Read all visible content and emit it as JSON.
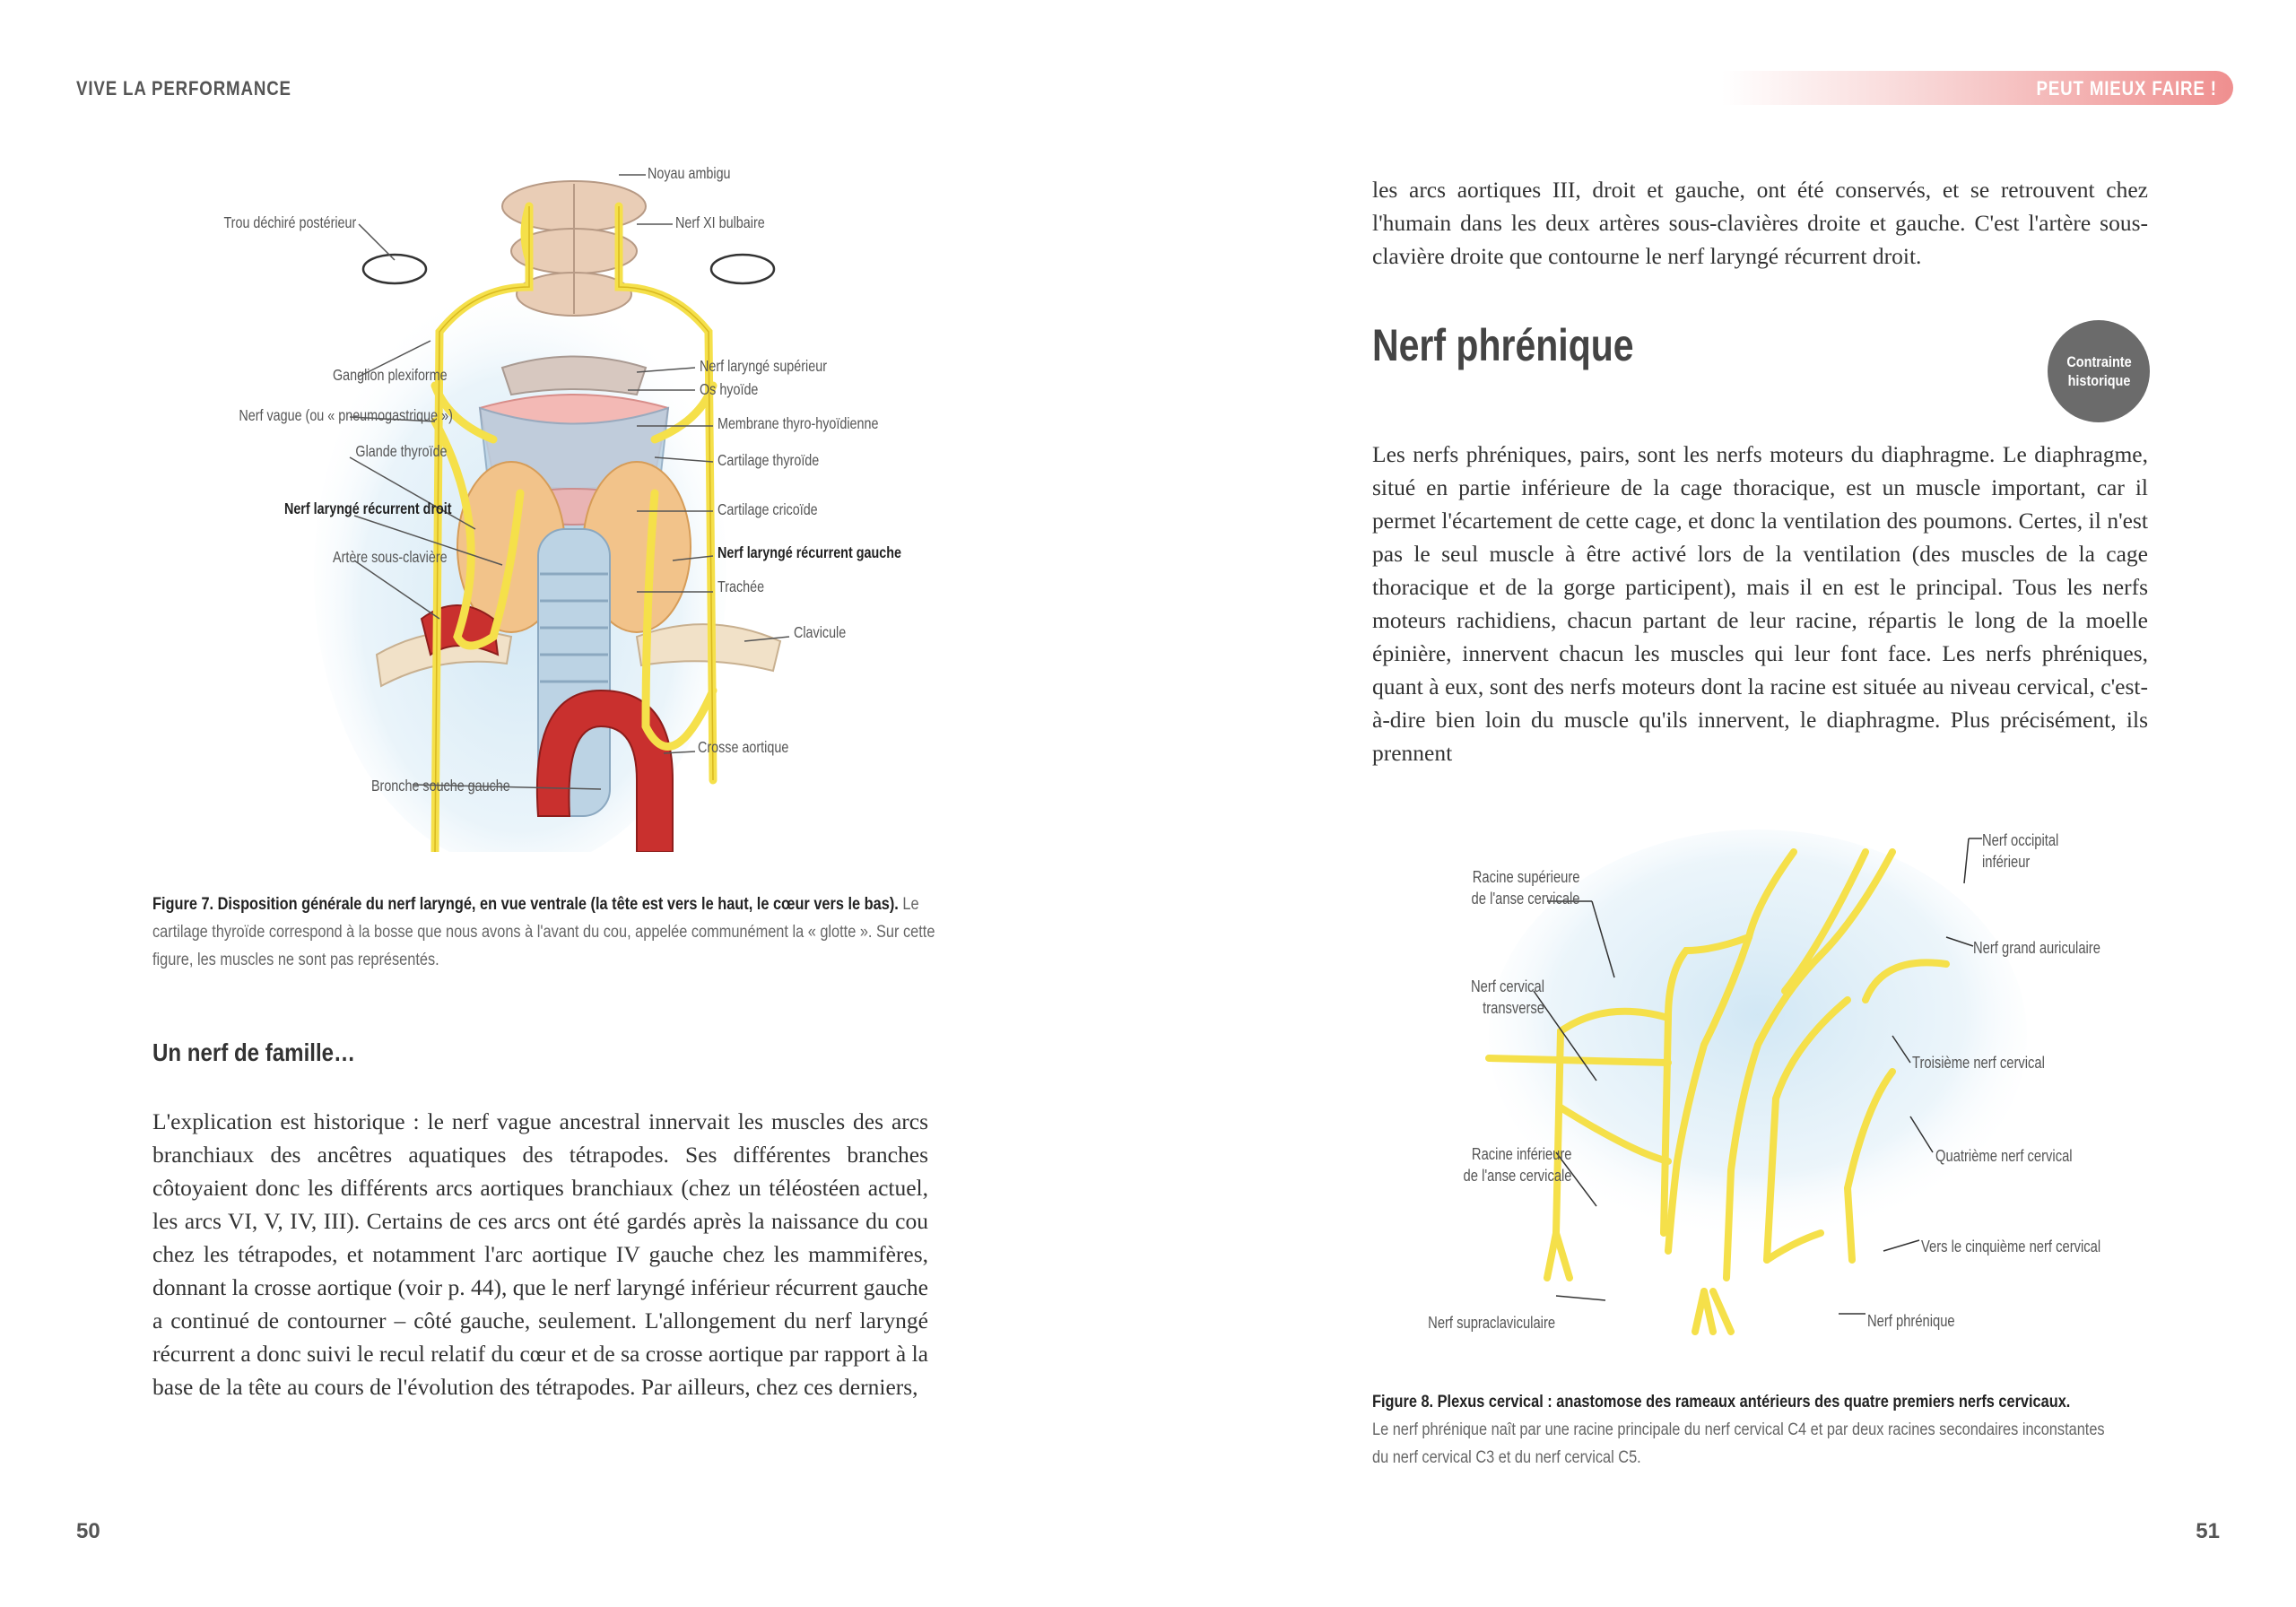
{
  "header": {
    "left_title": "VIVE LA PERFORMANCE",
    "right_title": "PEUT MIEUX FAIRE !"
  },
  "page_numbers": {
    "left": "50",
    "right": "51"
  },
  "figure7": {
    "labels": {
      "noyau_ambigu": "Noyau ambigu",
      "nerf_xi": "Nerf XI bulbaire",
      "trou_dechire": "Trou déchiré postérieur",
      "ganglion": "Ganglion plexiforme",
      "nerf_vague": "Nerf vague (ou « pneumogastrique »)",
      "glande_thyroide": "Glande thyroïde",
      "nerf_recurrent_droit": "Nerf laryngé récurrent droit",
      "artere_sous_claviere": "Artère sous-clavière",
      "bronche": "Bronche souche gauche",
      "nerf_larynge_sup": "Nerf laryngé supérieur",
      "os_hyoide": "Os hyoïde",
      "membrane": "Membrane thyro-hyoïdienne",
      "cartilage_thyroide": "Cartilage thyroïde",
      "cartilage_cricoide": "Cartilage cricoïde",
      "nerf_recurrent_gauche": "Nerf laryngé récurrent gauche",
      "trachee": "Trachée",
      "clavicule": "Clavicule",
      "crosse_aortique": "Crosse aortique"
    },
    "caption_title": "Figure 7. Disposition générale du nerf laryngé, en vue ventrale (la tête est vers le haut, le cœur vers le bas).",
    "caption_text": "Le cartilage thyroïde correspond à la bosse que nous avons à l'avant du cou, appelée communément la « glotte ». Sur cette figure, les muscles ne sont pas représentés."
  },
  "left_section": {
    "heading": "Un nerf de famille…",
    "paragraph": "L'explication est historique : le nerf vague ancestral innervait les muscles des arcs branchiaux des ancêtres aquatiques des tétrapodes. Ses différentes branches côtoyaient donc les différents arcs aortiques branchiaux (chez un téléostéen actuel, les arcs VI, V, IV, III). Certains de ces arcs ont été gardés après la naissance du cou chez les tétrapodes, et notamment l'arc aortique IV gauche chez les mammifères, donnant la crosse aortique (voir p. 44), que le nerf laryngé inférieur récurrent gauche a continué de contourner – côté gauche, seulement. L'allongement du nerf laryngé récurrent a donc suivi le recul relatif du cœur et de sa crosse aortique par rapport à la base de la tête au cours de l'évolution des tétrapodes. Par ailleurs, chez ces derniers,"
  },
  "right_section": {
    "intro_paragraph": "les arcs aortiques III, droit et gauche, ont été conservés, et se retrouvent chez l'humain dans les deux artères sous-clavières droite et gauche. C'est l'artère sous-clavière droite que contourne le nerf laryngé récurrent droit.",
    "heading": "Nerf phrénique",
    "badge_line1": "Contrainte",
    "badge_line2": "historique",
    "paragraph": "Les nerfs phréniques, pairs, sont les nerfs moteurs du diaphragme. Le diaphragme, situé en partie inférieure de la cage thoracique, est un muscle important, car il permet l'écartement de cette cage, et donc la ventilation des poumons. Certes, il n'est pas le seul muscle à être activé lors de la ventilation (des muscles de la cage thoracique et de la gorge participent), mais il en est le principal. Tous les nerfs moteurs rachidiens, chacun partant de leur racine, répartis le long de la moelle épinière, innervent chacun les muscles qui leur font face. Les nerfs phréniques, quant à eux, sont des nerfs moteurs dont la racine est située au niveau cervical, c'est-à-dire bien loin du muscle qu'ils innervent, le diaphragme. Plus précisément, ils prennent"
  },
  "figure8": {
    "labels": {
      "racine_sup_1": "Racine supérieure",
      "racine_sup_2": "de l'anse cervicale",
      "nerf_cervical_transverse_1": "Nerf cervical",
      "nerf_cervical_transverse_2": "transverse",
      "racine_inf_1": "Racine inférieure",
      "racine_inf_2": "de l'anse cervicale",
      "nerf_supraclaviculaire": "Nerf supraclaviculaire",
      "nerf_occipital_1": "Nerf occipital",
      "nerf_occipital_2": "inférieur",
      "nerf_grand_auriculaire": "Nerf grand auriculaire",
      "troisieme": "Troisième nerf cervical",
      "quatrieme": "Quatrième nerf cervical",
      "cinquieme": "Vers le cinquième nerf cervical",
      "nerf_phrenique": "Nerf phrénique"
    },
    "caption_title": "Figure 8. Plexus cervical : anastomose des rameaux antérieurs des quatre premiers nerfs cervicaux.",
    "caption_line1": "Le nerf phrénique naît par une racine principale du nerf cervical C4 et par deux racines secondaires inconstantes",
    "caption_line2": "du nerf cervical C3 et du nerf cervical C5."
  },
  "colors": {
    "nerve": "#f5e04a",
    "nerve_outline": "#d8b820",
    "artery": "#c9302e",
    "thyroid": "#f2c38a",
    "cartilage": "#b9cfe0",
    "background_wash": "#cfe6f4",
    "header_accent": "#ef8f8f",
    "badge": "#6b6b6b"
  }
}
